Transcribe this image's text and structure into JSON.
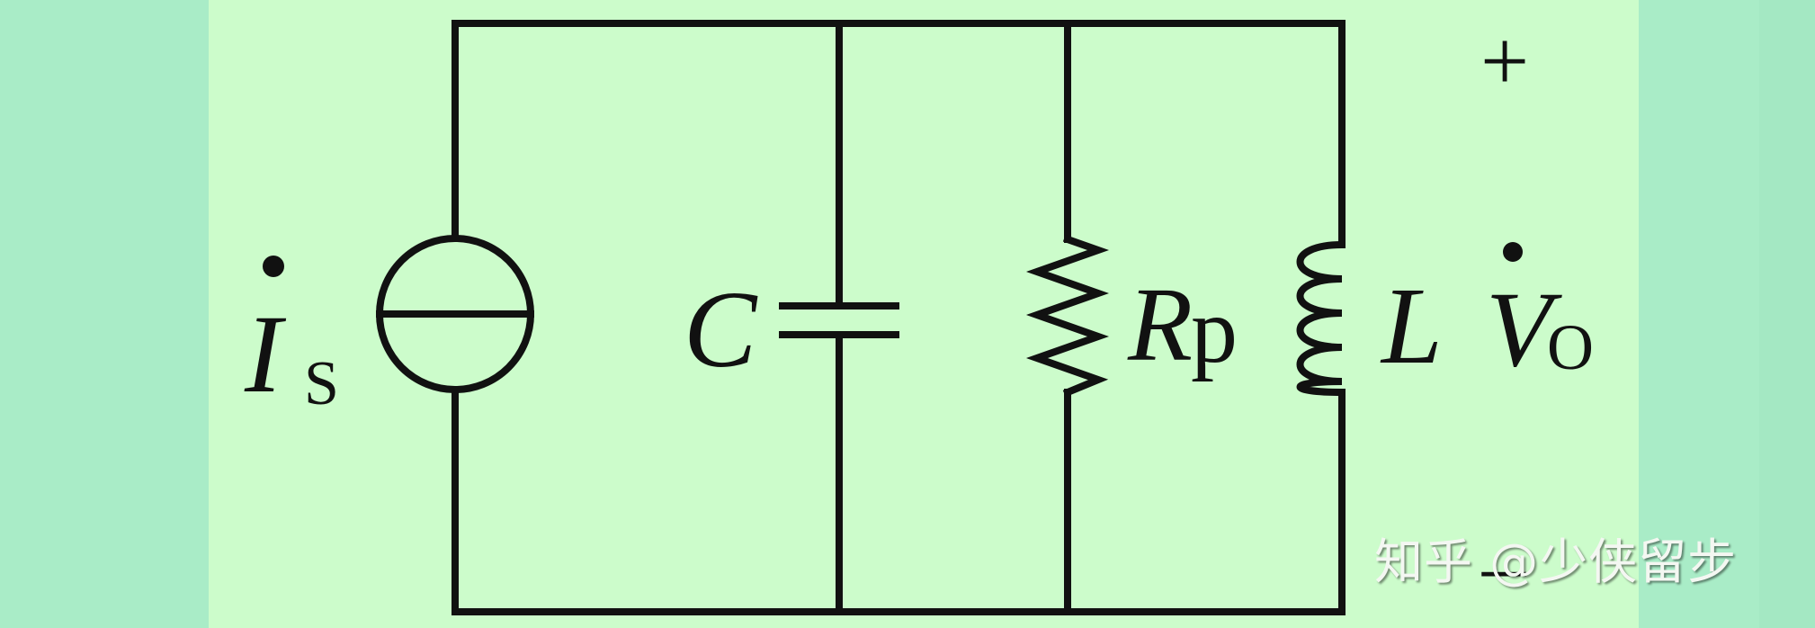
{
  "diagram": {
    "source": {
      "symbol": "I",
      "subscript": "S"
    },
    "capacitor": {
      "label": "C"
    },
    "resistor": {
      "label_main": "R",
      "label_sub": "p"
    },
    "inductor": {
      "label": "L"
    },
    "output": {
      "symbol": "V",
      "subscript": "O",
      "plus": "+",
      "minus": "_"
    }
  },
  "watermark": {
    "text": "知乎 @少侠留步"
  },
  "colors": {
    "background": "#ccfccb",
    "side_panels": "#a9ecc7",
    "wire": "#111111"
  }
}
